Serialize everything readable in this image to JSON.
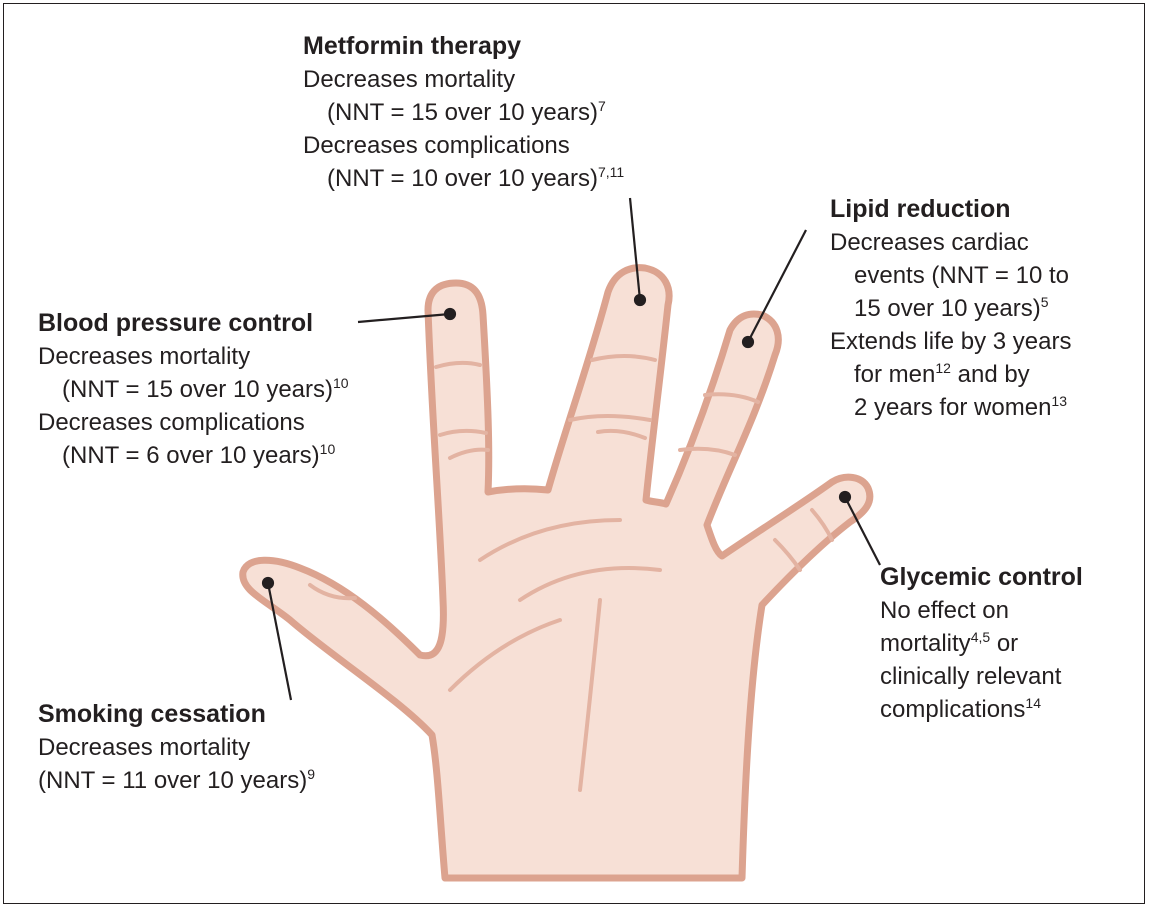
{
  "colors": {
    "skin": "#f7e0d6",
    "outline": "#dca38f",
    "crease": "#e3b3a2",
    "text": "#231f20"
  },
  "labels": {
    "metformin": {
      "title": "Metformin therapy",
      "l1": "Decreases mortality",
      "l2": "(NNT = 15 over 10 years)",
      "s2": "7",
      "l3": "Decreases complications",
      "l4": "(NNT = 10 over 10 years)",
      "s4": "7,11"
    },
    "blood_pressure": {
      "title": "Blood pressure control",
      "l1": "Decreases mortality",
      "l2": "(NNT = 15 over 10 years)",
      "s2": "10",
      "l3": "Decreases complications",
      "l4": "(NNT = 6 over 10 years)",
      "s4": "10"
    },
    "lipid": {
      "title": "Lipid reduction",
      "l1": "Decreases cardiac",
      "l2": "events (NNT = 10 to",
      "l3": "15 over 10 years)",
      "s3": "5",
      "l4": "Extends life by 3 years",
      "l5a": "for men",
      "s5": "12",
      "l5b": " and by",
      "l6": "2 years for women",
      "s6": "13"
    },
    "glycemic": {
      "title": "Glycemic control",
      "l1": "No effect on",
      "l2": "mortality",
      "s2": "4,5",
      "l2b": " or",
      "l3": "clinically relevant",
      "l4": "complications",
      "s4": "14"
    },
    "smoking": {
      "title": "Smoking cessation",
      "l1": "Decreases mortality",
      "l2": "(NNT = 11 over 10 years)",
      "s2": "9"
    }
  }
}
